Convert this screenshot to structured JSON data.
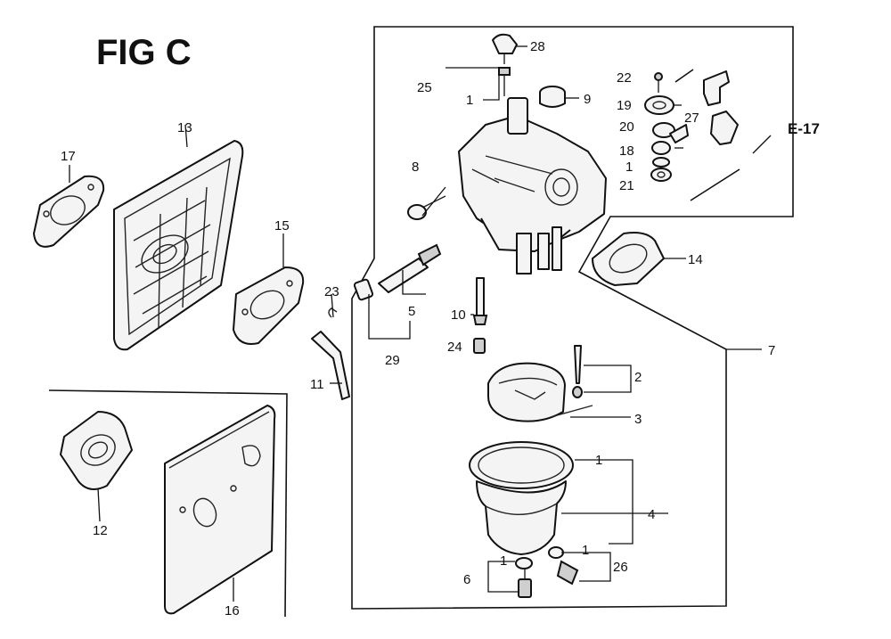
{
  "figure": {
    "title": "FIG C",
    "reference": "E-17"
  },
  "callouts": [
    {
      "id": "c28",
      "label": "28"
    },
    {
      "id": "c25",
      "label": "25"
    },
    {
      "id": "c1a",
      "label": "1"
    },
    {
      "id": "c9",
      "label": "9"
    },
    {
      "id": "c22",
      "label": "22"
    },
    {
      "id": "c19",
      "label": "19"
    },
    {
      "id": "c27",
      "label": "27"
    },
    {
      "id": "c20",
      "label": "20"
    },
    {
      "id": "c18",
      "label": "18"
    },
    {
      "id": "c1b",
      "label": "1"
    },
    {
      "id": "c21",
      "label": "21"
    },
    {
      "id": "c8",
      "label": "8"
    },
    {
      "id": "c13",
      "label": "13"
    },
    {
      "id": "c17",
      "label": "17"
    },
    {
      "id": "c15",
      "label": "15"
    },
    {
      "id": "c14",
      "label": "14"
    },
    {
      "id": "c23",
      "label": "23"
    },
    {
      "id": "c5",
      "label": "5"
    },
    {
      "id": "c10",
      "label": "10"
    },
    {
      "id": "c24",
      "label": "24"
    },
    {
      "id": "c29",
      "label": "29"
    },
    {
      "id": "c7",
      "label": "7"
    },
    {
      "id": "c11",
      "label": "11"
    },
    {
      "id": "c2",
      "label": "2"
    },
    {
      "id": "c3",
      "label": "3"
    },
    {
      "id": "c1c",
      "label": "1"
    },
    {
      "id": "c4",
      "label": "4"
    },
    {
      "id": "c12",
      "label": "12"
    },
    {
      "id": "c1d",
      "label": "1"
    },
    {
      "id": "c26",
      "label": "26"
    },
    {
      "id": "c1e",
      "label": "1"
    },
    {
      "id": "c6",
      "label": "6"
    },
    {
      "id": "c16",
      "label": "16"
    }
  ],
  "icons": [
    "carburetor-icon",
    "gasket-icon",
    "float-chamber-icon",
    "insulator-plate-icon"
  ]
}
